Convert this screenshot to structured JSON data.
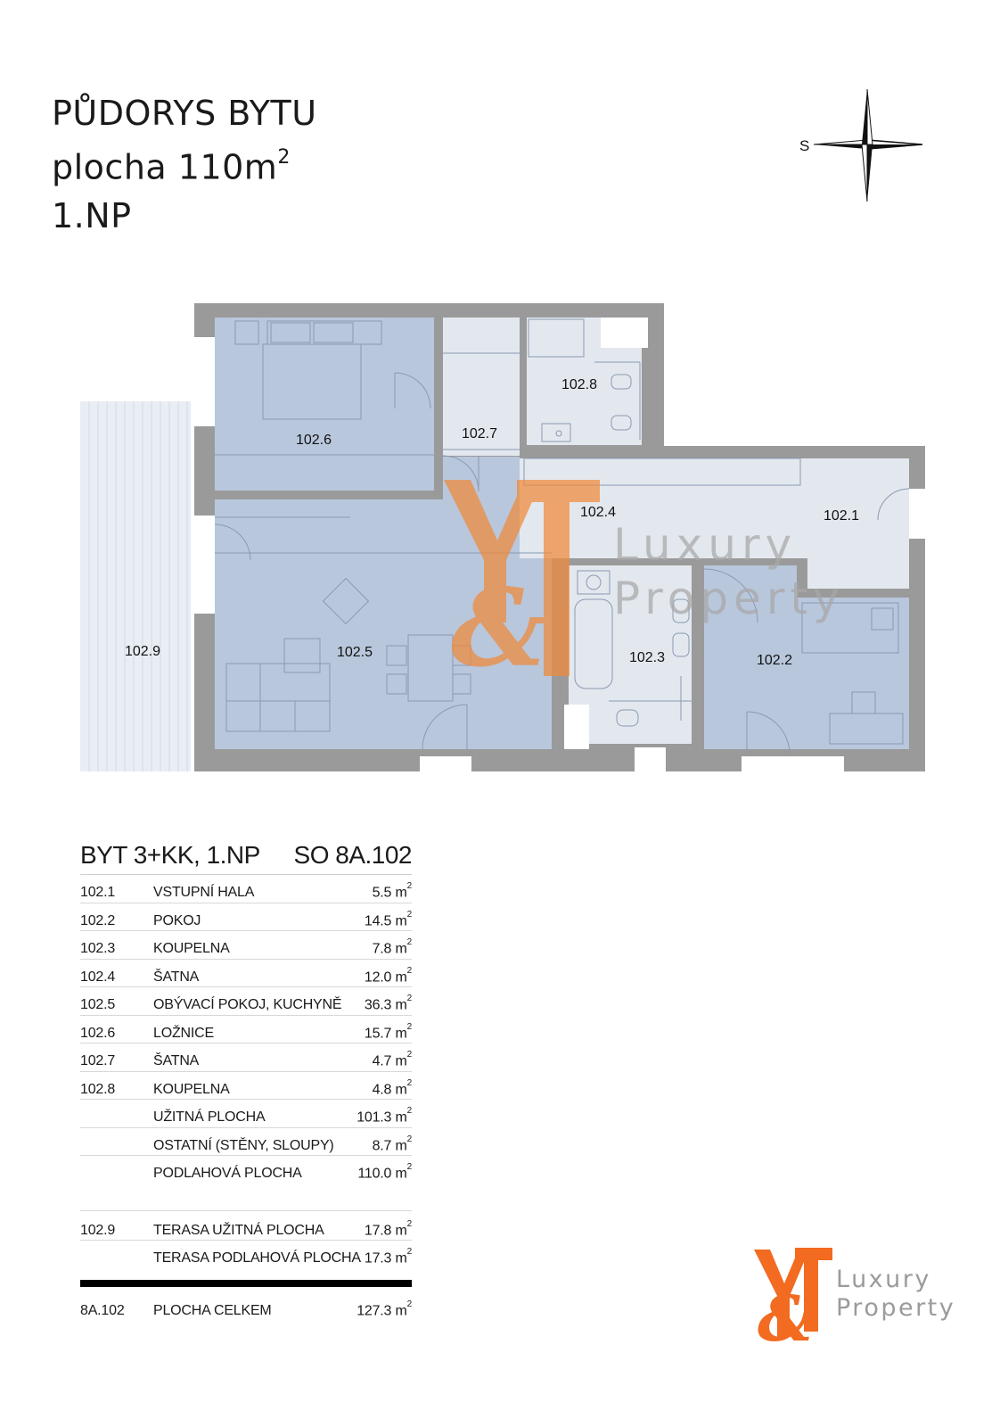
{
  "header": {
    "title": "PŮDORYS BYTU",
    "area_prefix": "plocha 110m",
    "area_sup": "2",
    "floor": "1.NP"
  },
  "compass": {
    "south_label": "S"
  },
  "plan": {
    "rooms": [
      {
        "id": "102.1",
        "label": "102.1"
      },
      {
        "id": "102.2",
        "label": "102.2"
      },
      {
        "id": "102.3",
        "label": "102.3"
      },
      {
        "id": "102.4",
        "label": "102.4"
      },
      {
        "id": "102.5",
        "label": "102.5"
      },
      {
        "id": "102.6",
        "label": "102.6"
      },
      {
        "id": "102.7",
        "label": "102.7"
      },
      {
        "id": "102.8",
        "label": "102.8"
      },
      {
        "id": "102.9",
        "label": "102.9"
      }
    ],
    "colors": {
      "wall": "#9a9a9a",
      "living": "#b8c7dc",
      "service": "#e3e8ef",
      "terrace": "#e9eef4"
    }
  },
  "watermark": {
    "brand_mark": "Y&T",
    "line1": "Luxury",
    "line2": "Property",
    "color": "#f08a3a"
  },
  "summary": {
    "apartment": "BYT 3+KK, 1.NP",
    "code": "SO 8A.102",
    "rows": [
      {
        "id": "102.1",
        "name": "VSTUPNÍ HALA",
        "area": "5.5 m",
        "sup": "2"
      },
      {
        "id": "102.2",
        "name": "POKOJ",
        "area": "14.5 m",
        "sup": "2"
      },
      {
        "id": "102.3",
        "name": "KOUPELNA",
        "area": "7.8 m",
        "sup": "2"
      },
      {
        "id": "102.4",
        "name": "ŠATNA",
        "area": "12.0 m",
        "sup": "2"
      },
      {
        "id": "102.5",
        "name": "OBÝVACÍ POKOJ, KUCHYNĚ",
        "area": "36.3 m",
        "sup": "2"
      },
      {
        "id": "102.6",
        "name": "LOŽNICE",
        "area": "15.7 m",
        "sup": "2"
      },
      {
        "id": "102.7",
        "name": "ŠATNA",
        "area": "4.7 m",
        "sup": "2"
      },
      {
        "id": "102.8",
        "name": "KOUPELNA",
        "area": "4.8 m",
        "sup": "2"
      },
      {
        "id": "",
        "name": "UŽITNÁ PLOCHA",
        "area": "101.3 m",
        "sup": "2"
      },
      {
        "id": "",
        "name": "OSTATNÍ (STĚNY, SLOUPY)",
        "area": "8.7 m",
        "sup": "2"
      },
      {
        "id": "",
        "name": "PODLAHOVÁ PLOCHA",
        "area": "110.0 m",
        "sup": "2"
      }
    ],
    "terrace_rows": [
      {
        "id": "102.9",
        "name": "TERASA UŽITNÁ PLOCHA",
        "area": "17.8 m",
        "sup": "2"
      },
      {
        "id": "",
        "name": "TERASA PODLAHOVÁ PLOCHA",
        "area": "17.3 m",
        "sup": "2"
      }
    ],
    "total": {
      "id": "8A.102",
      "name": "PLOCHA CELKEM",
      "area": "127.3 m",
      "sup": "2"
    }
  },
  "logo": {
    "mark": "Y&T",
    "line1": "Luxury",
    "line2": "Property",
    "brand_color": "#f26b21",
    "text_color": "#9b9b9b"
  }
}
